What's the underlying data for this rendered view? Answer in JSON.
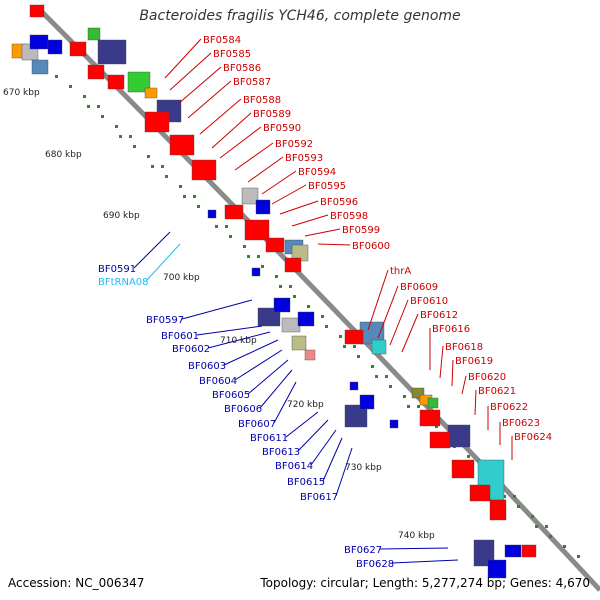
{
  "title": "Bacteroides fragilis YCH46, complete genome",
  "footer": {
    "accession": "Accession: NC_006347",
    "topology": "Topology: circular; Length: 5,277,274 bp; Genes: 4,670"
  },
  "ticks": [
    "670 kbp",
    "680 kbp",
    "690 kbp",
    "700 kbp",
    "710 kbp",
    "720 kbp",
    "730 kbp",
    "740 kbp"
  ],
  "labels_right": [
    "BF0584",
    "BF0585",
    "BF0586",
    "BF0587",
    "BF0588",
    "BF0589",
    "BF0590",
    "BF0592",
    "BF0593",
    "BF0594",
    "BF0595",
    "BF0596",
    "BF0598",
    "BF0599",
    "BF0600",
    "thrA",
    "BF0609",
    "BF0610",
    "BF0612",
    "BF0616",
    "BF0618",
    "BF0619",
    "BF0620",
    "BF0621",
    "BF0622",
    "BF0623",
    "BF0624"
  ],
  "labels_left": [
    "BF0591",
    "BFtRNA08",
    "BF0597",
    "BF0601",
    "BF0602",
    "BF0603",
    "BF0604",
    "BF0605",
    "BF0606",
    "BF0607",
    "BF0611",
    "BF0613",
    "BF0614",
    "BF0615",
    "BF0617",
    "BF0627",
    "BF0628"
  ],
  "colors": {
    "backbone": "#8a8a8a",
    "right_label": "#cc0000",
    "left_label": "#0000aa",
    "trna_label": "#22bbee",
    "tick_dots": "#2a8a2a"
  }
}
